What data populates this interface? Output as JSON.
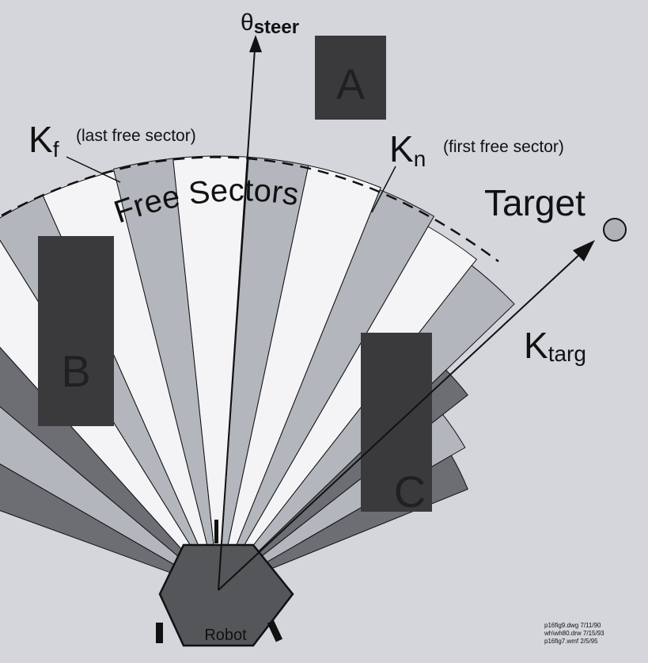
{
  "labels": {
    "theta_symbol": "θ",
    "theta_sub": "steer",
    "kf_main": "K",
    "kf_sub": "f",
    "kf_desc": "(last free sector)",
    "kn_main": "K",
    "kn_sub": "n",
    "kn_desc": "(first free sector)",
    "free_sectors": "Free Sectors",
    "target": "Target",
    "ktarg_main": "K",
    "ktarg_sub": "targ",
    "obstacle_a": "A",
    "obstacle_b": "B",
    "obstacle_c": "C",
    "robot": "Robot"
  },
  "file_notes": [
    "p16fig9.dwg  7/11/90",
    "wh\\wh80.drw 7/15/93",
    "p16fig7.wmf 2/5/95"
  ],
  "colors": {
    "background": "#d4d6dc",
    "obstacle": "#3a3a3d",
    "sector_light": "#f4f4f6",
    "sector_mid": "#b4b6bd",
    "sector_dark": "#6c6e73",
    "robot": "#55565a",
    "target": "#b0b2b8",
    "line": "#111111"
  }
}
